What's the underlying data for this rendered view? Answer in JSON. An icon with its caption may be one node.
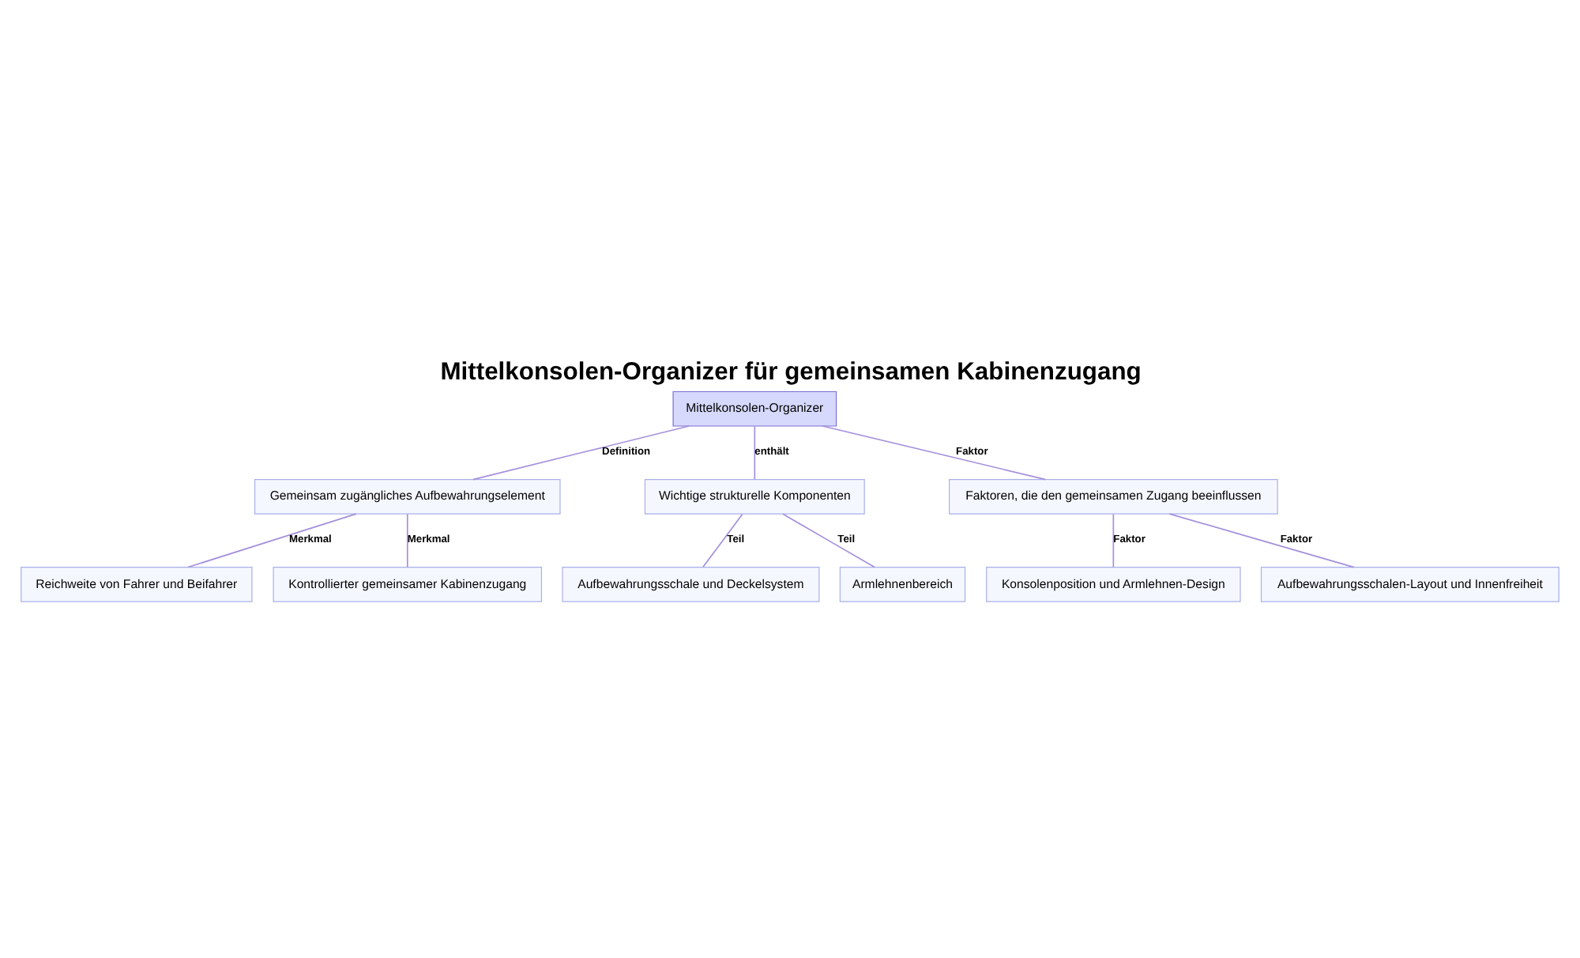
{
  "diagram": {
    "title": "Mittelkonsolen-Organizer für gemeinsamen Kabinenzugang",
    "nodes": [
      {
        "text": [
          "Mittelkonsolen-Organizer"
        ]
      },
      {
        "text": [
          "Gemeinsam zugängliches Aufbewahrungselement"
        ]
      },
      {
        "text": [
          "Wichtige strukturelle Komponenten"
        ]
      },
      {
        "text": [
          "Faktoren, die den gemeinsamen Zugang beeinflussen"
        ]
      },
      {
        "text": [
          "Reichweite von Fahrer und Beifahrer"
        ]
      },
      {
        "text": [
          "Kontrollierter gemeinsamer Kabinenzugang"
        ]
      },
      {
        "text": [
          "Aufbewahrungsschale und Deckelsystem"
        ]
      },
      {
        "text": [
          "Armlehnenbereich"
        ]
      },
      {
        "text": [
          "Konsolenposition und Armlehnen-Design"
        ]
      },
      {
        "text": [
          "Aufbewahrungsschalen-Layout und Innenfreiheit"
        ]
      }
    ],
    "edges": [
      {
        "from": 0,
        "to": 1,
        "arrow": "none",
        "label": "Definition"
      },
      {
        "from": 0,
        "to": 2,
        "arrow": "none",
        "label": "enthält"
      },
      {
        "from": 0,
        "to": 3,
        "arrow": "none",
        "label": "Faktor"
      },
      {
        "from": 1,
        "to": 4,
        "arrow": "none",
        "label": "Merkmal"
      },
      {
        "from": 1,
        "to": 5,
        "arrow": "none",
        "label": "Merkmal"
      },
      {
        "from": 2,
        "to": 6,
        "arrow": "none",
        "label": "Teil"
      },
      {
        "from": 2,
        "to": 7,
        "arrow": "none",
        "label": "Teil"
      },
      {
        "from": 3,
        "to": 8,
        "arrow": "none",
        "label": "Faktor"
      },
      {
        "from": 3,
        "to": 9,
        "arrow": "none",
        "label": "Faktor"
      }
    ]
  }
}
